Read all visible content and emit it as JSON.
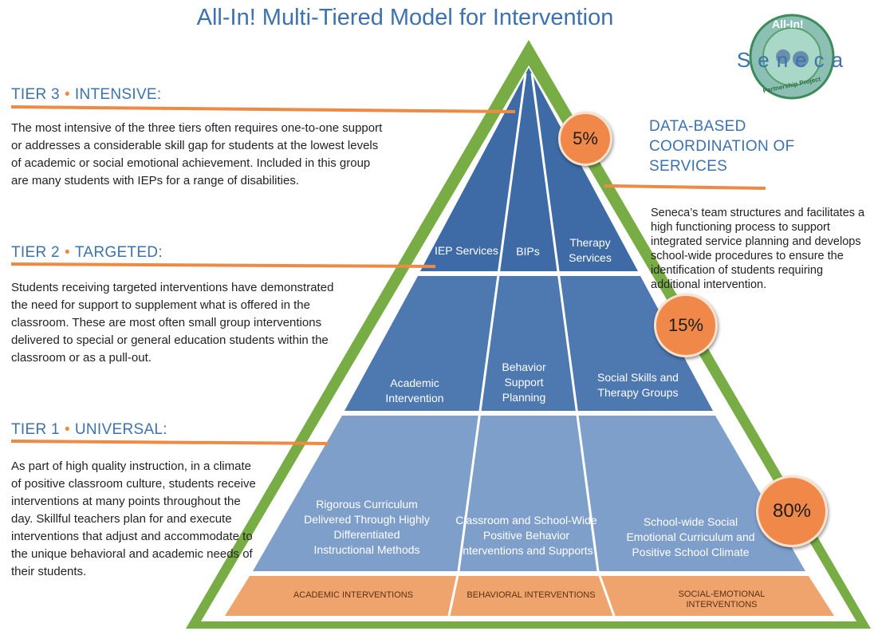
{
  "title": "All-In! Multi-Tiered Model for Intervention",
  "logo": {
    "top_text": "All-In!",
    "main_text": "Seneca",
    "bottom_text": "Partnership Project"
  },
  "tiers": [
    {
      "name": "TIER 3",
      "level": "INTENSIVE:",
      "description": "The most intensive of the three tiers often requires one-to-one support or addresses a considerable skill gap for students at the lowest levels of academic or social emotional achievement. Included in this group are many students with IEPs for a range of disabilities.",
      "percent": "5%",
      "cells": [
        "IEP Services",
        "BIPs",
        "Therapy Services"
      ]
    },
    {
      "name": "TIER 2",
      "level": "TARGETED:",
      "description": "Students receiving targeted interventions have demonstrated the need for support to supplement what is offered in the classroom. These are most often small group interventions delivered to special or general education students within the classroom or as a pull-out.",
      "percent": "15%",
      "cells": [
        "Academic Intervention",
        "Behavior Support Planning",
        "Social Skills and Therapy Groups"
      ]
    },
    {
      "name": "TIER 1",
      "level": "UNIVERSAL:",
      "description": "As part of high quality instruction, in a climate of positive classroom culture, students receive interventions at many points throughout the day. Skillful teachers plan for and execute interventions that adjust and accommodate to the unique behavioral and academic needs of their students.",
      "percent": "80%",
      "cells": [
        "Rigorous Curriculum Delivered Through Highly Differentiated Instructional Methods",
        "Classroom and School-Wide Positive Behavior Interventions and Supports",
        "School-wide Social Emotional Curriculum and Positive School Climate"
      ]
    }
  ],
  "foundation": [
    "ACADEMIC INTERVENTIONS",
    "BEHAVIORAL INTERVENTIONS",
    "SOCIAL-EMOTIONAL INTERVENTIONS"
  ],
  "coordination": {
    "title": "DATA-BASED COORDINATION OF SERVICES",
    "description": "Seneca’s team structures and facilitates a high functioning process to support integrated service planning and develops school-wide procedures to ensure the identification of students requiring additional intervention."
  },
  "colors": {
    "title_blue": "#3d72ad",
    "accent_orange": "#ef8a45",
    "pyramid_border_green": "#78ad45",
    "tier3_blue": "#3e6aa5",
    "tier2_blue": "#4d78b0",
    "tier1_blue": "#7f9fcb",
    "foundation_orange": "#f0a46d"
  }
}
